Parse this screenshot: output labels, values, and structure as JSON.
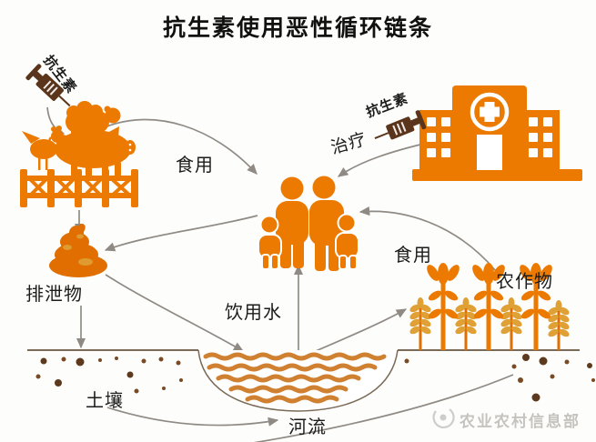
{
  "title": "抗生素使用恶性循环链条",
  "nodes": {
    "farm_antibiotic_label": "抗生素",
    "hospital_antibiotic_label": "抗生素",
    "treatment_label": "治疗",
    "eat_from_livestock_label": "食用",
    "eat_from_crops_label": "食用",
    "excrement_label": "排泄物",
    "drinking_water_label": "饮用水",
    "crops_label": "农作物",
    "soil_label": "土壤",
    "river_label": "河流"
  },
  "watermark": "农业农村信息部",
  "icons": [
    "syringe-icon",
    "chicken-icon",
    "sheep-icon",
    "pig-icon",
    "fence-icon",
    "poop-icon",
    "family-icon",
    "hospital-icon",
    "wheat-icon",
    "tulip-crop-icon",
    "river-icon",
    "soil-dots",
    "watermark-logo-icon"
  ],
  "colors": {
    "orange": "#ec7a00",
    "orange-deep": "#e06e00",
    "wheat": "#dfa035",
    "syringe": "#5a341b",
    "arrow": "#8f8a84",
    "wave": "#cf8030",
    "soil-dot": "#5d3a1d",
    "soil-dot-light": "#7a4a24",
    "ground": "#7a6a58",
    "ink": "#1c1c1c",
    "watermark": "#97948e",
    "bg": "#fdfdfb"
  }
}
